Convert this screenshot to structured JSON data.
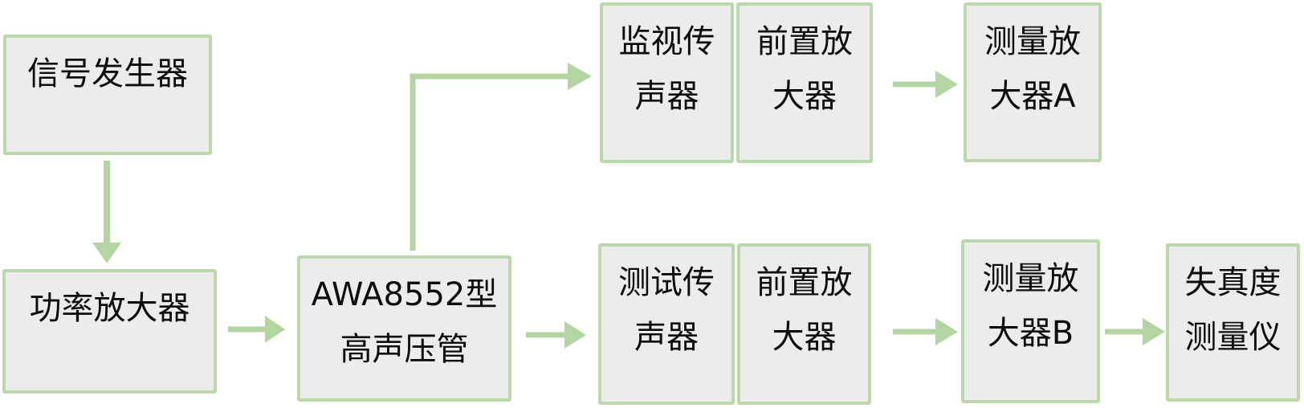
{
  "diagram": {
    "description": "Block diagram of a high sound pressure distortion measurement setup",
    "colors": {
      "background": "#ffffff",
      "node_fill": "#ececec",
      "node_border": "#bad8aa",
      "arrow": "#b3d5a1",
      "text": "#0d0d0d"
    },
    "nodes": [
      {
        "id": "signal-generator",
        "label": "信号发生器",
        "lines": [
          "信号发生器"
        ]
      },
      {
        "id": "power-amplifier",
        "label": "功率放大器",
        "lines": [
          "功率放大器"
        ]
      },
      {
        "id": "awa8552-tube",
        "label": "AWA8552型高声压管",
        "lines": [
          "AWA8552型",
          "高声压管"
        ]
      },
      {
        "id": "monitor-microphone",
        "label": "监视传声器",
        "lines": [
          "监视传",
          "声器"
        ]
      },
      {
        "id": "preamplifier-top",
        "label": "前置放大器",
        "lines": [
          "前置放",
          "大器"
        ]
      },
      {
        "id": "measuring-amplifier-a",
        "label": "测量放大器A",
        "lines": [
          "测量放",
          "大器A"
        ]
      },
      {
        "id": "test-microphone",
        "label": "测试传声器",
        "lines": [
          "测试传",
          "声器"
        ]
      },
      {
        "id": "preamplifier-bottom",
        "label": "前置放大器",
        "lines": [
          "前置放",
          "大器"
        ]
      },
      {
        "id": "measuring-amplifier-b",
        "label": "测量放大器B",
        "lines": [
          "测量放",
          "大器B"
        ]
      },
      {
        "id": "distortion-meter",
        "label": "失真度测量仪",
        "lines": [
          "失真度",
          "测量仪"
        ]
      }
    ],
    "connections": [
      {
        "from": "signal-generator",
        "to": "power-amplifier",
        "direction": "down"
      },
      {
        "from": "power-amplifier",
        "to": "awa8552-tube",
        "direction": "right"
      },
      {
        "from": "awa8552-tube",
        "to": "monitor-microphone",
        "direction": "up-then-right"
      },
      {
        "from": "awa8552-tube",
        "to": "test-microphone",
        "direction": "right"
      },
      {
        "from": "preamplifier-top",
        "to": "measuring-amplifier-a",
        "direction": "right"
      },
      {
        "from": "preamplifier-bottom",
        "to": "measuring-amplifier-b",
        "direction": "right"
      },
      {
        "from": "measuring-amplifier-b",
        "to": "distortion-meter",
        "direction": "right"
      }
    ]
  }
}
